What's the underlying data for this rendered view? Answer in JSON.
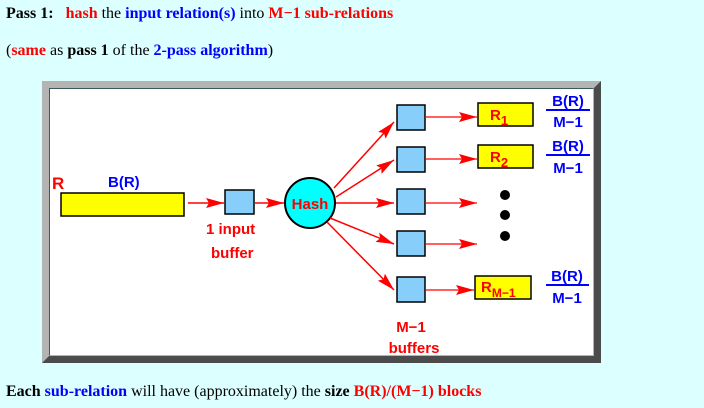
{
  "heading": {
    "pass_label": "Pass 1:",
    "hash": "hash",
    "the": "the",
    "input_relations": "input relation(s)",
    "into": "into",
    "m1_sub": "M−1 sub-relations"
  },
  "subheading": {
    "open": "(",
    "same": "same",
    "as": "as",
    "pass1": "pass 1",
    "of_the": "of the",
    "algo": "2-pass algorithm",
    "close": ")"
  },
  "diagram": {
    "relation_label": "R",
    "relation_size": "B(R)",
    "input_buffer_line1": "1 input",
    "input_buffer_line2": "buffer",
    "hash_label": "Hash",
    "buffers_line1": "M−1",
    "buffers_line2": "buffers",
    "outputs": [
      {
        "name": "R",
        "sub": "1",
        "numerator": "B(R)",
        "denominator": "M−1"
      },
      {
        "name": "R",
        "sub": "2",
        "numerator": "B(R)",
        "denominator": "M−1"
      },
      {
        "name": "R",
        "sub": "M−1",
        "numerator": "B(R)",
        "denominator": "M−1"
      }
    ],
    "colors": {
      "arrow": "#ff0000",
      "buffer": "#87cefa",
      "relation": "#ffff00",
      "hash": "#00ffff",
      "size_text": "#0000ff"
    }
  },
  "footer": {
    "each": "Each",
    "sub_relation": "sub-relation",
    "will_have": "will have (approximately) the",
    "size": "size",
    "value": "B(R)/(M−1) blocks"
  }
}
